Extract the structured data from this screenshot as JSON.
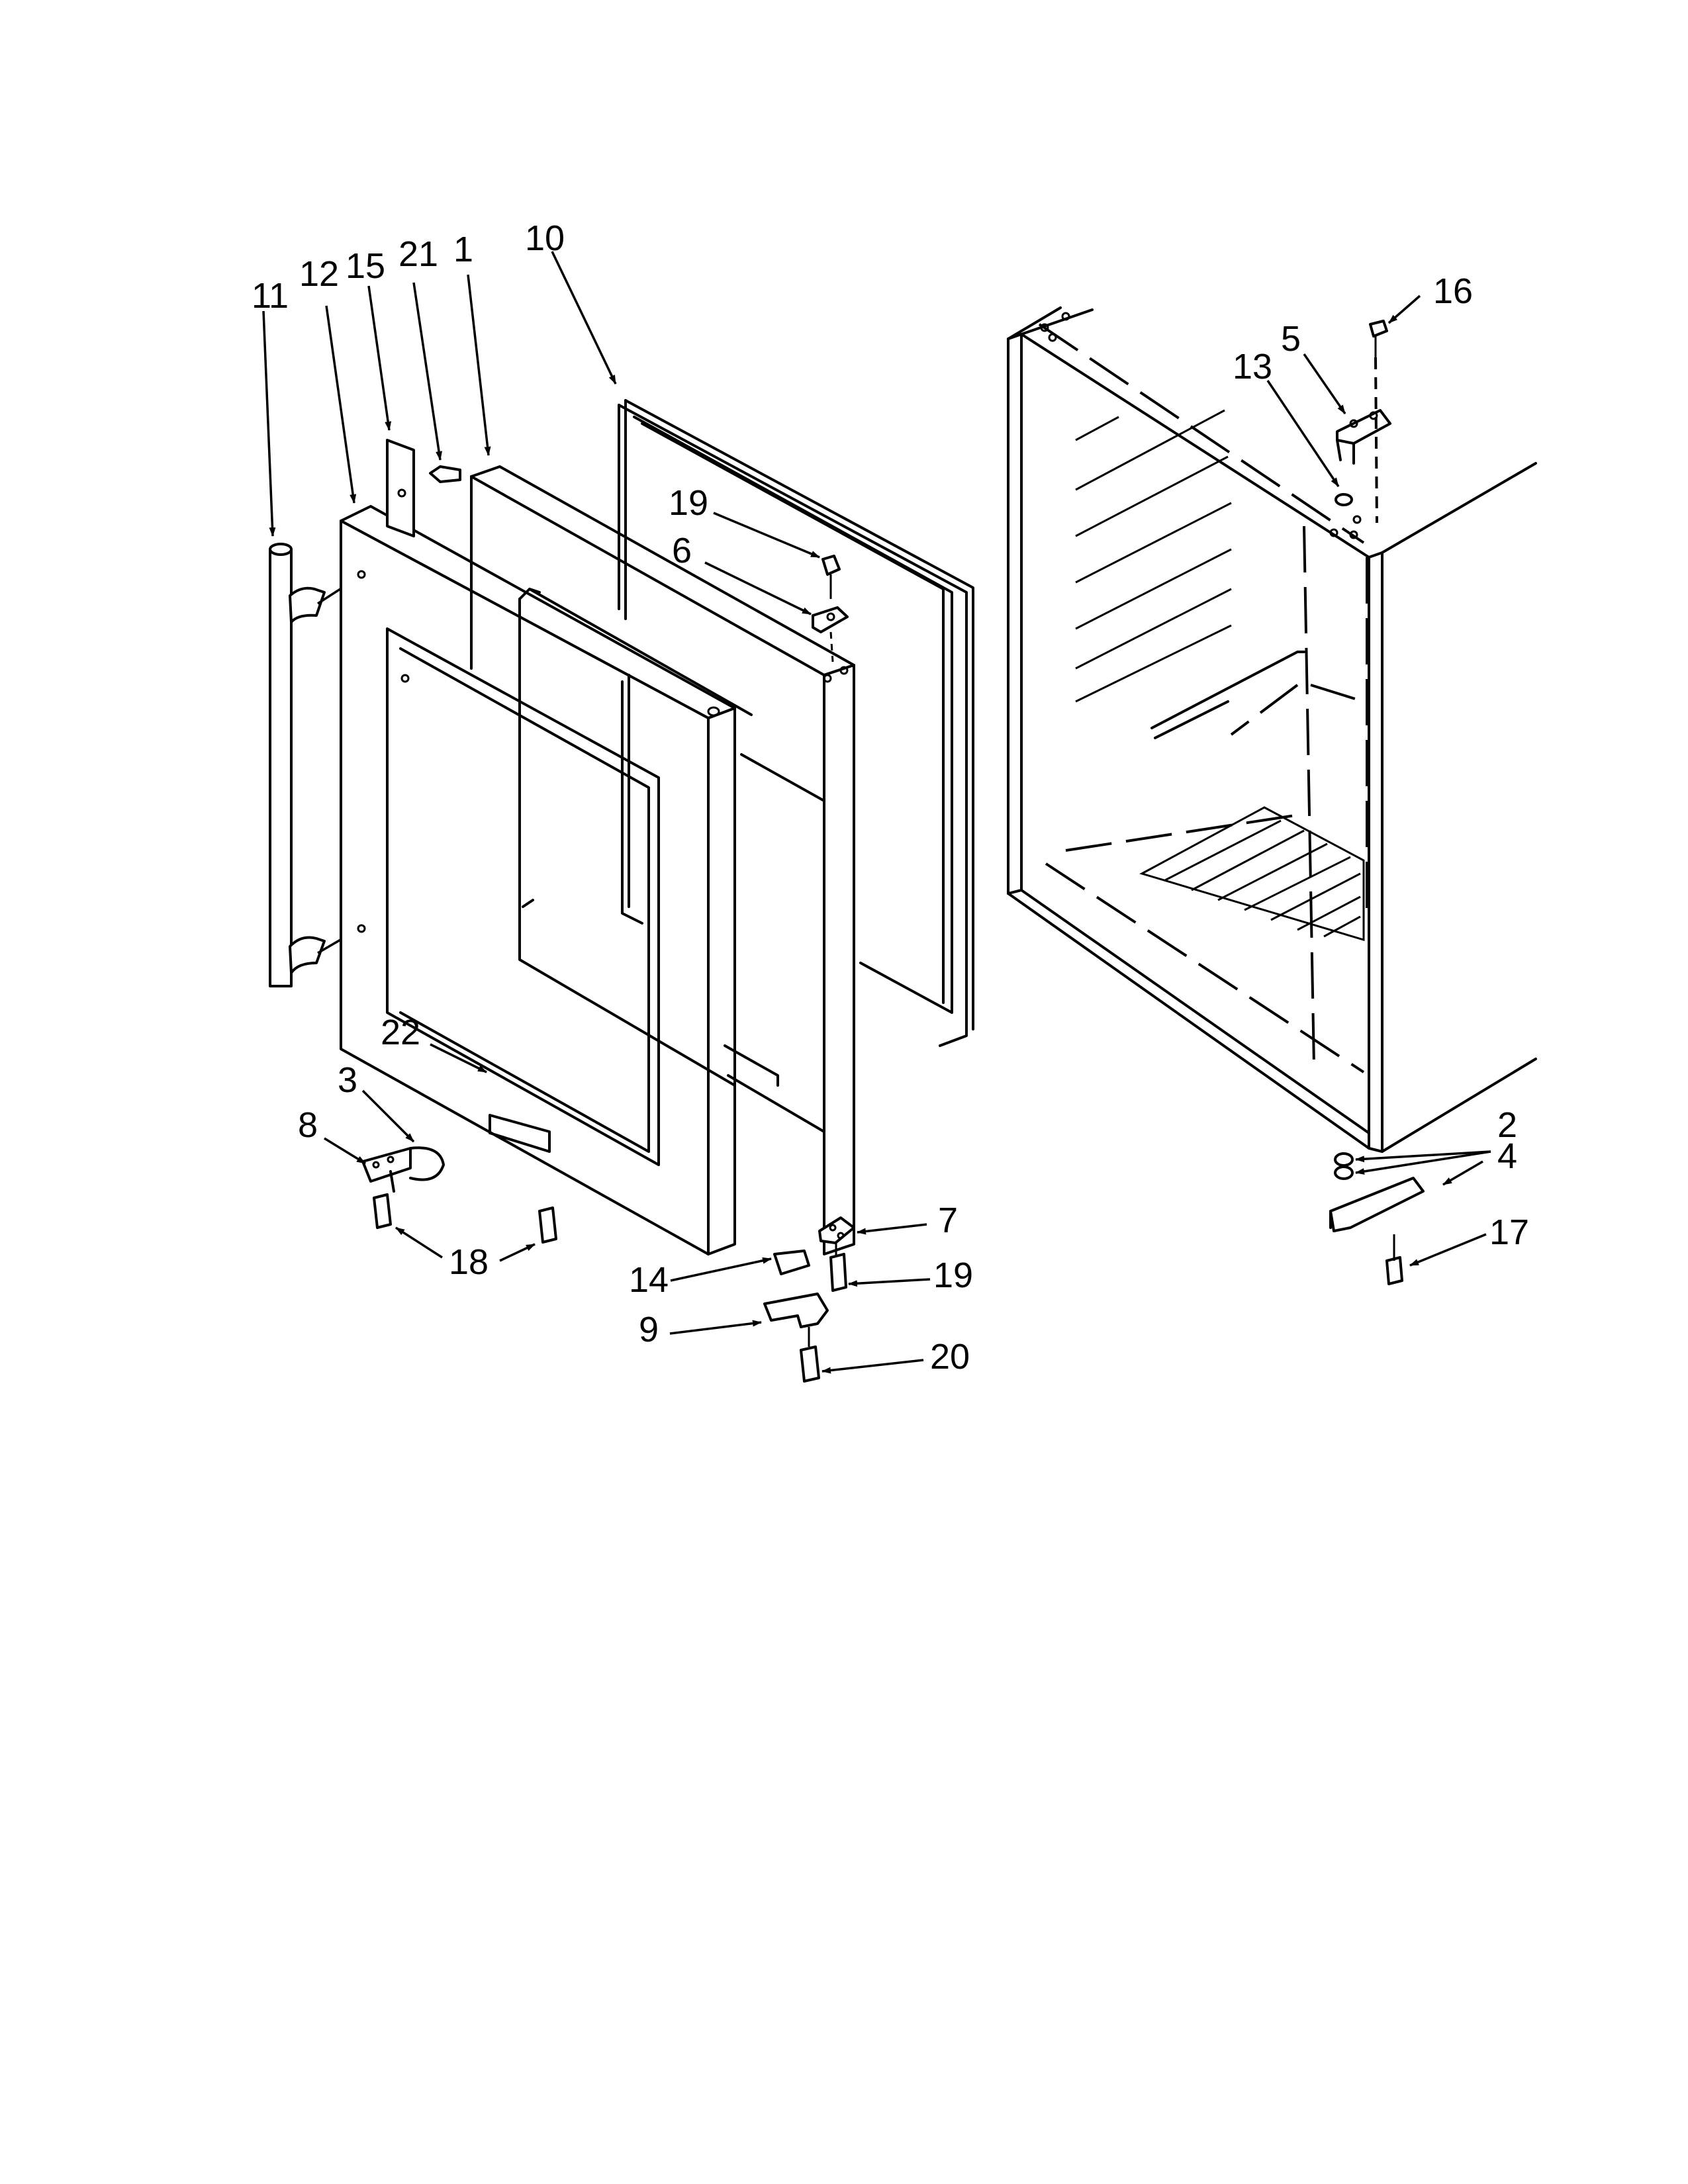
{
  "diagram": {
    "callouts": [
      "11",
      "12",
      "15",
      "21",
      "1",
      "10",
      "16",
      "5",
      "13",
      "19",
      "6",
      "22",
      "3",
      "8",
      "18",
      "14",
      "7",
      "19",
      "9",
      "20",
      "2",
      "4",
      "17"
    ]
  }
}
